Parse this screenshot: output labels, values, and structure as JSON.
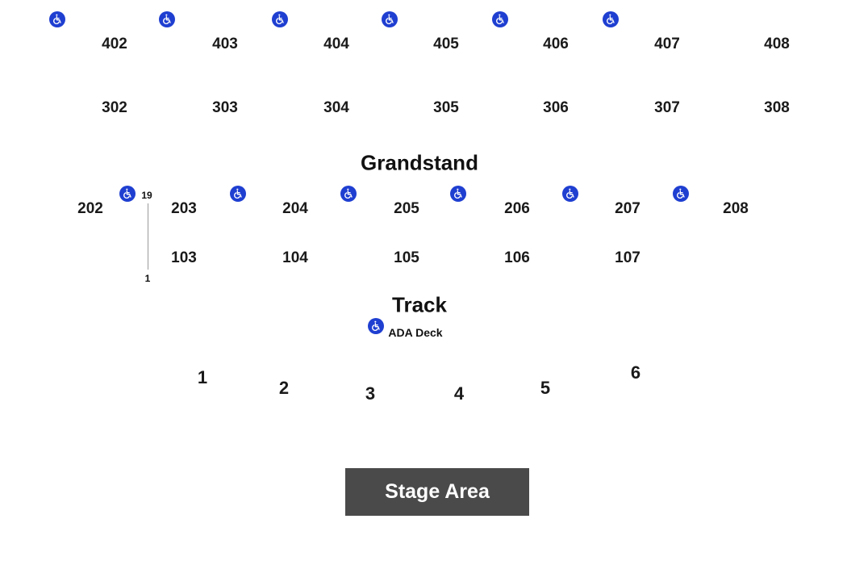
{
  "upper_sections": [
    "402",
    "403",
    "404",
    "405",
    "406",
    "407",
    "408"
  ],
  "middle_sections": [
    "302",
    "303",
    "304",
    "305",
    "306",
    "307",
    "308"
  ],
  "grandstand_sections": [
    "202",
    "203",
    "204",
    "205",
    "206",
    "207",
    "208"
  ],
  "lower_sections": [
    "103",
    "104",
    "105",
    "106",
    "107"
  ],
  "floor_sections": [
    "1",
    "2",
    "3",
    "4",
    "5",
    "6"
  ],
  "labels": {
    "grandstand": "Grandstand",
    "track": "Track",
    "ada_deck": "ADA Deck",
    "stage": "Stage Area"
  },
  "row_markers": {
    "top": "19",
    "bottom": "1"
  },
  "icons": {
    "accessible": "wheelchair-icon"
  },
  "colors": {
    "accessible_icon": "#1f3fd1",
    "stage": "#4a4a4a",
    "text": "#1a1a1a"
  }
}
